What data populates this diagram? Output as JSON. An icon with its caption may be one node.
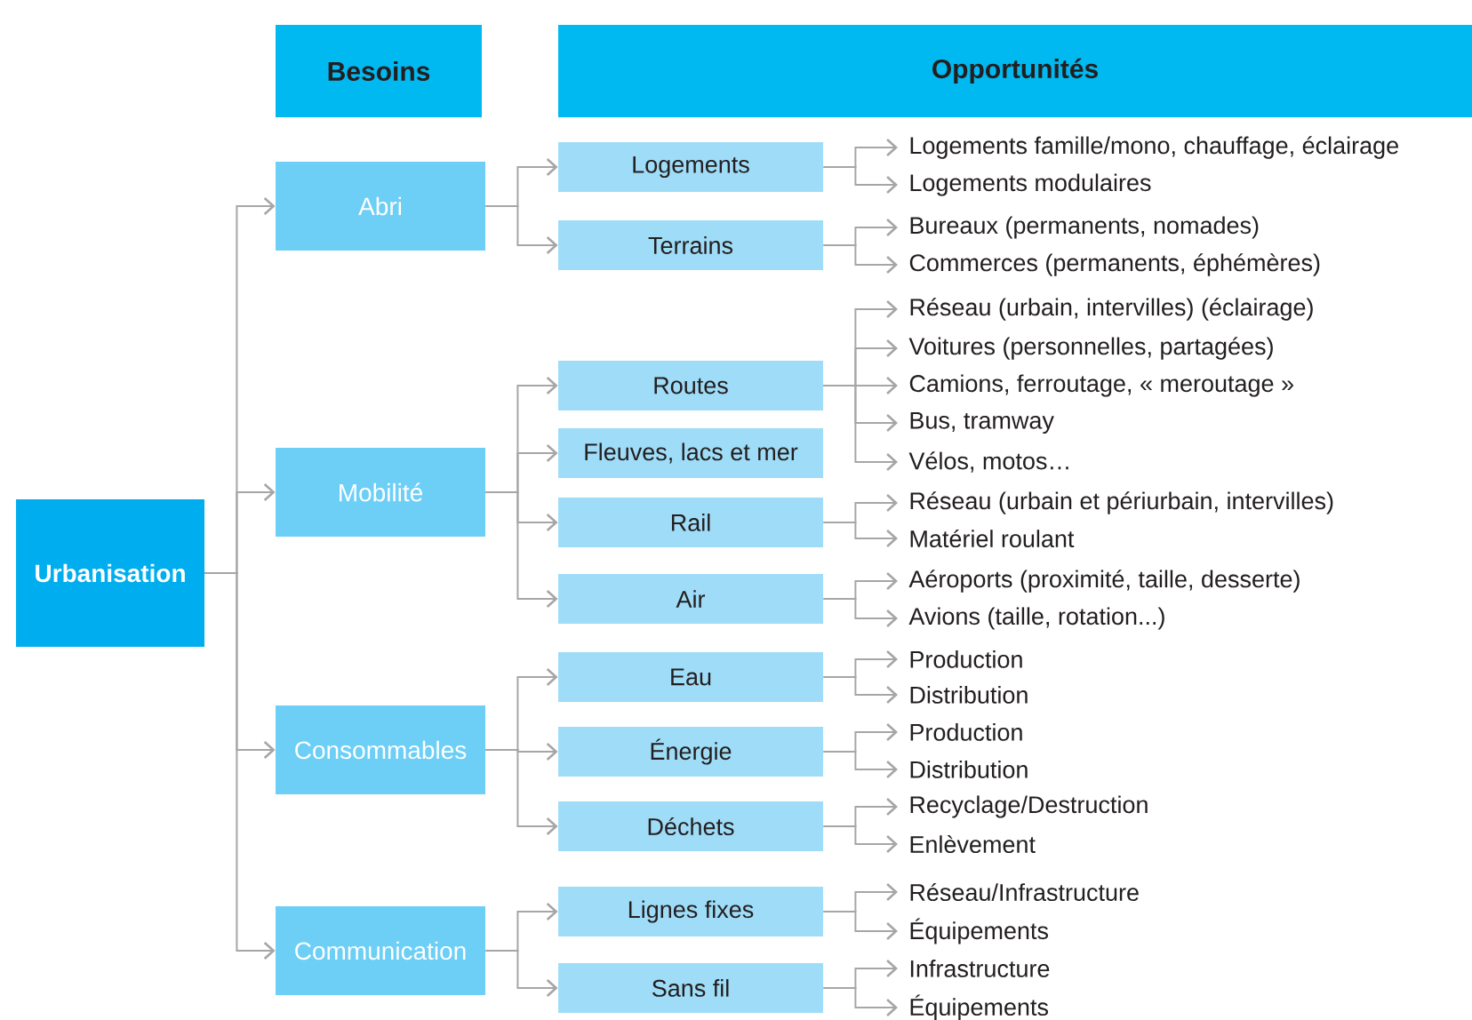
{
  "diagram": {
    "nodes": [
      {
        "text": [
          "Besoins"
        ]
      },
      {
        "text": [
          "Opportunités"
        ]
      },
      {
        "text": [
          "Urbanisation"
        ]
      },
      {
        "text": [
          "Abri"
        ]
      },
      {
        "text": [
          "Logements"
        ]
      },
      {
        "text": [
          "Logements famille/mono, chauffage, éclairage"
        ]
      },
      {
        "text": [
          "Logements modulaires"
        ]
      },
      {
        "text": [
          "Terrains"
        ]
      },
      {
        "text": [
          "Bureaux (permanents, nomades)"
        ]
      },
      {
        "text": [
          "Commerces (permanents, éphémères)"
        ]
      },
      {
        "text": [
          "Mobilité"
        ]
      },
      {
        "text": [
          "Routes"
        ]
      },
      {
        "text": [
          "Réseau (urbain, intervilles) (éclairage)"
        ]
      },
      {
        "text": [
          "Voitures (personnelles, partagées)"
        ]
      },
      {
        "text": [
          "Camions, ferroutage, « meroutage »"
        ]
      },
      {
        "text": [
          "Bus, tramway"
        ]
      },
      {
        "text": [
          "Vélos, motos…"
        ]
      },
      {
        "text": [
          "Fleuves, lacs et mer"
        ]
      },
      {
        "text": [
          "Rail"
        ]
      },
      {
        "text": [
          "Réseau (urbain et périurbain, intervilles)"
        ]
      },
      {
        "text": [
          "Matériel roulant"
        ]
      },
      {
        "text": [
          "Air"
        ]
      },
      {
        "text": [
          "Aéroports (proximité, taille, desserte)"
        ]
      },
      {
        "text": [
          "Avions (taille, rotation...)"
        ]
      },
      {
        "text": [
          "Consommables"
        ]
      },
      {
        "text": [
          "Eau"
        ]
      },
      {
        "text": [
          "Production"
        ]
      },
      {
        "text": [
          "Distribution"
        ]
      },
      {
        "text": [
          "Énergie"
        ]
      },
      {
        "text": [
          "Production"
        ]
      },
      {
        "text": [
          "Distribution"
        ]
      },
      {
        "text": [
          "Déchets"
        ]
      },
      {
        "text": [
          "Recyclage/Destruction"
        ]
      },
      {
        "text": [
          "Enlèvement"
        ]
      },
      {
        "text": [
          "Communication"
        ]
      },
      {
        "text": [
          "Lignes fixes"
        ]
      },
      {
        "text": [
          "Réseau/Infrastructure"
        ]
      },
      {
        "text": [
          "Équipements"
        ]
      },
      {
        "text": [
          "Sans fil"
        ]
      },
      {
        "text": [
          "Infrastructure"
        ]
      },
      {
        "text": [
          "Équipements"
        ]
      }
    ],
    "edges": [
      {
        "from": 2,
        "to": 3,
        "arrow": "to"
      },
      {
        "from": 2,
        "to": 10,
        "arrow": "to"
      },
      {
        "from": 2,
        "to": 24,
        "arrow": "to"
      },
      {
        "from": 2,
        "to": 34,
        "arrow": "to"
      },
      {
        "from": 3,
        "to": 4,
        "arrow": "to"
      },
      {
        "from": 3,
        "to": 7,
        "arrow": "to"
      },
      {
        "from": 4,
        "to": 5,
        "arrow": "to"
      },
      {
        "from": 4,
        "to": 6,
        "arrow": "to"
      },
      {
        "from": 7,
        "to": 8,
        "arrow": "to"
      },
      {
        "from": 7,
        "to": 9,
        "arrow": "to"
      },
      {
        "from": 10,
        "to": 11,
        "arrow": "to"
      },
      {
        "from": 10,
        "to": 17,
        "arrow": "to"
      },
      {
        "from": 10,
        "to": 18,
        "arrow": "to"
      },
      {
        "from": 10,
        "to": 21,
        "arrow": "to"
      },
      {
        "from": 11,
        "to": 12,
        "arrow": "to"
      },
      {
        "from": 11,
        "to": 13,
        "arrow": "to"
      },
      {
        "from": 11,
        "to": 14,
        "arrow": "to"
      },
      {
        "from": 11,
        "to": 15,
        "arrow": "to"
      },
      {
        "from": 11,
        "to": 16,
        "arrow": "to"
      },
      {
        "from": 18,
        "to": 19,
        "arrow": "to"
      },
      {
        "from": 18,
        "to": 20,
        "arrow": "to"
      },
      {
        "from": 21,
        "to": 22,
        "arrow": "to"
      },
      {
        "from": 21,
        "to": 23,
        "arrow": "to"
      },
      {
        "from": 24,
        "to": 25,
        "arrow": "to"
      },
      {
        "from": 24,
        "to": 28,
        "arrow": "to"
      },
      {
        "from": 24,
        "to": 31,
        "arrow": "to"
      },
      {
        "from": 25,
        "to": 26,
        "arrow": "to"
      },
      {
        "from": 25,
        "to": 27,
        "arrow": "to"
      },
      {
        "from": 28,
        "to": 29,
        "arrow": "to"
      },
      {
        "from": 28,
        "to": 30,
        "arrow": "to"
      },
      {
        "from": 31,
        "to": 32,
        "arrow": "to"
      },
      {
        "from": 31,
        "to": 33,
        "arrow": "to"
      },
      {
        "from": 34,
        "to": 35,
        "arrow": "to"
      },
      {
        "from": 34,
        "to": 38,
        "arrow": "to"
      },
      {
        "from": 35,
        "to": 36,
        "arrow": "to"
      },
      {
        "from": 35,
        "to": 37,
        "arrow": "to"
      },
      {
        "from": 38,
        "to": 39,
        "arrow": "to"
      },
      {
        "from": 38,
        "to": 40,
        "arrow": "to"
      }
    ]
  }
}
